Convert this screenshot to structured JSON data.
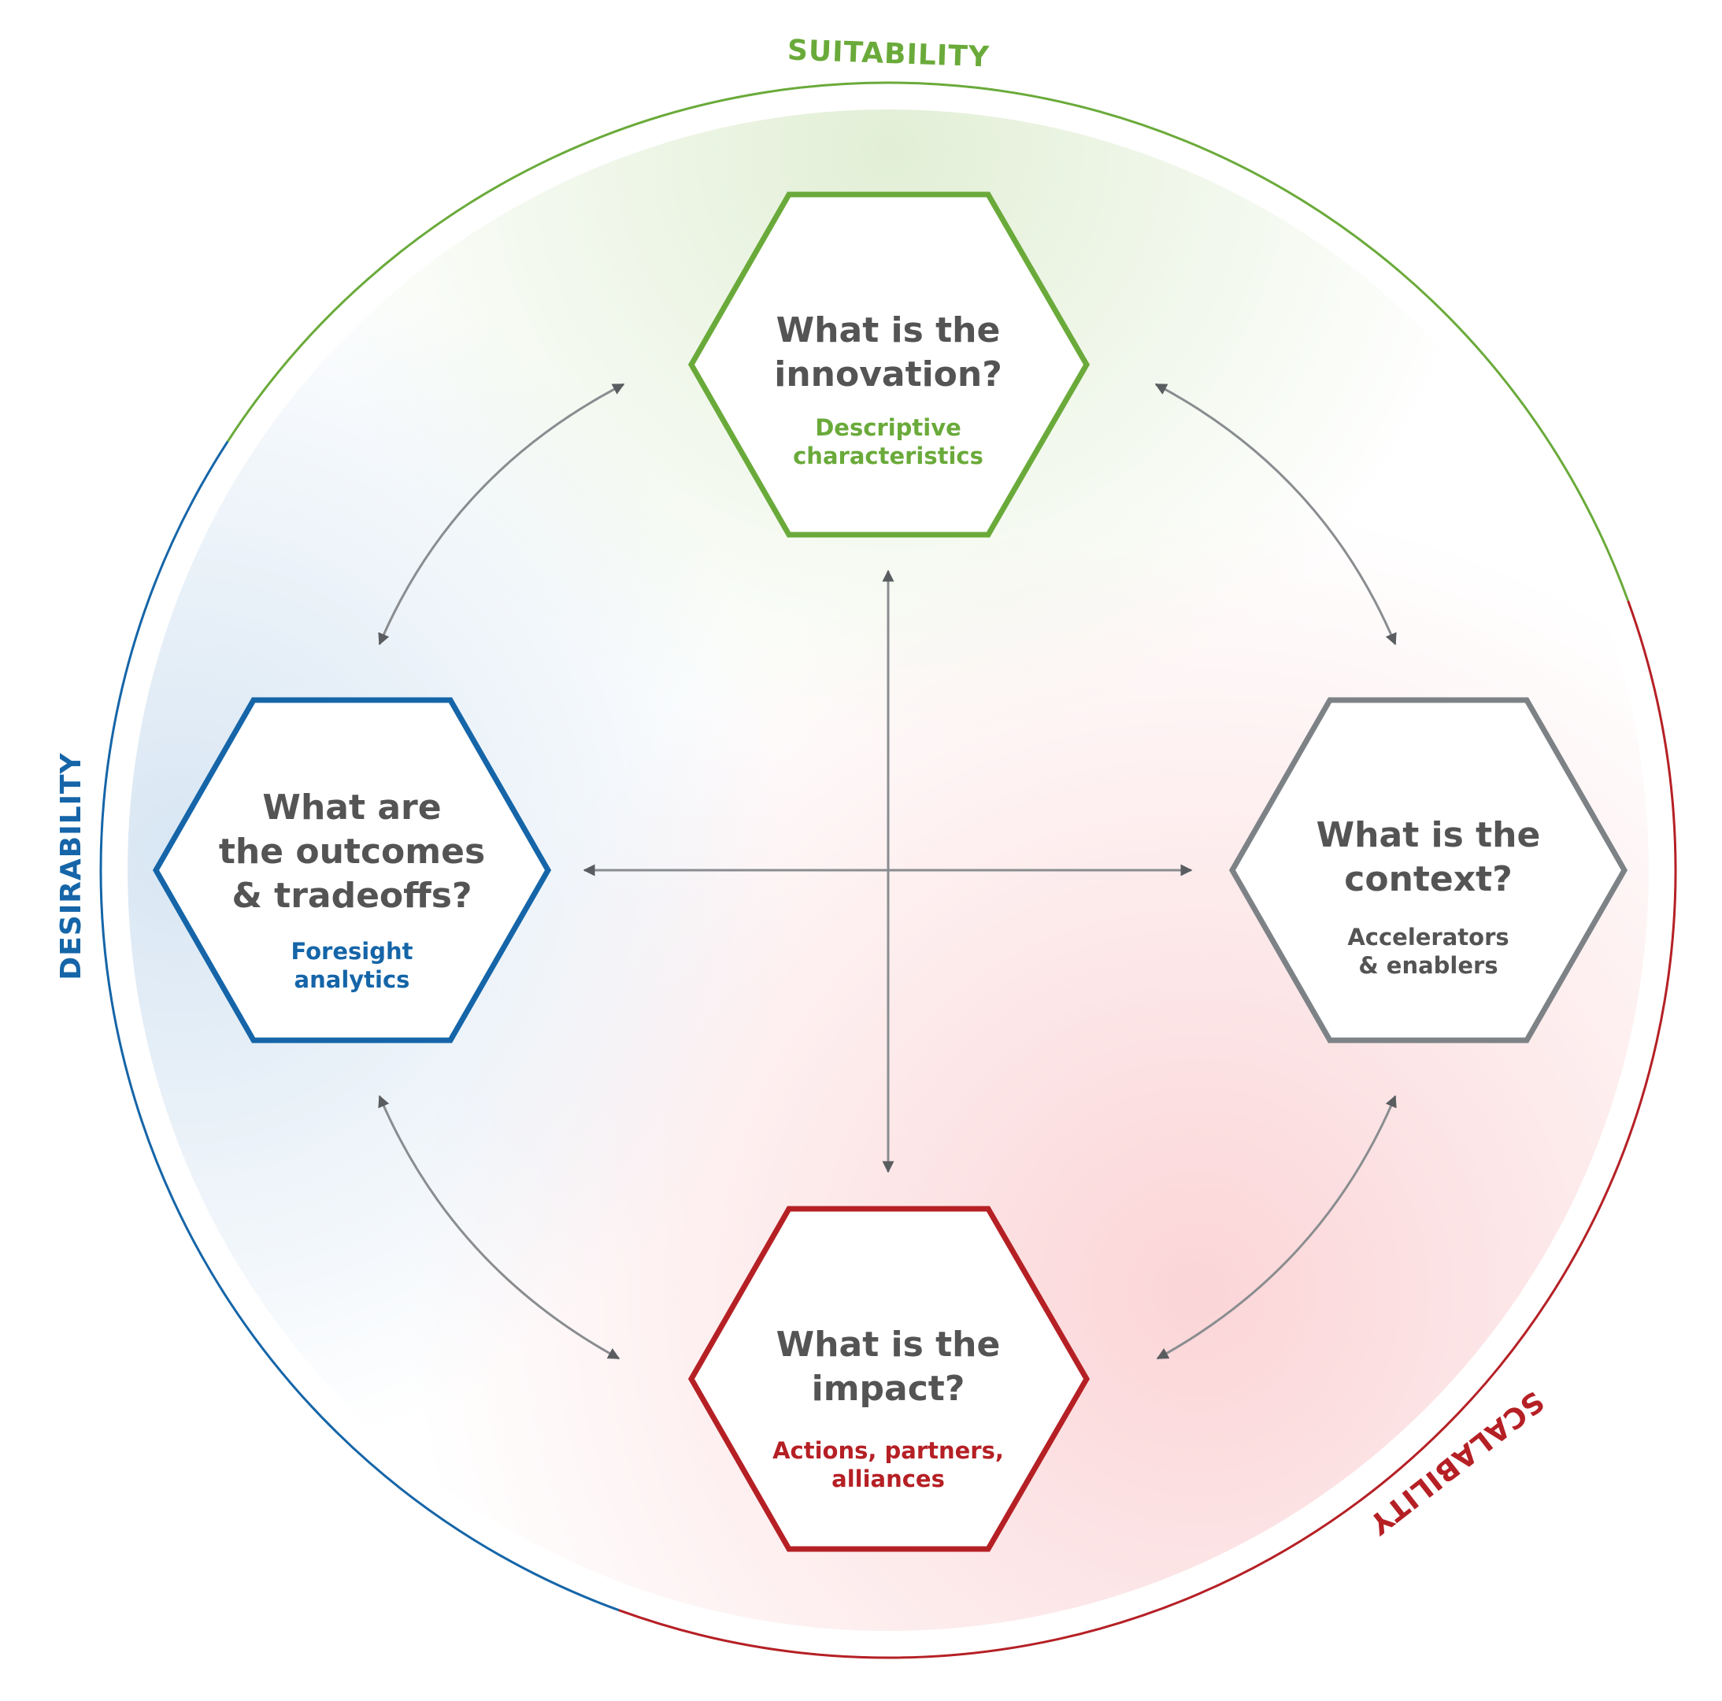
{
  "labels": {
    "suitability": "SUITABILITY",
    "desirability": "DESIRABILITY",
    "scalability": "SCALABILITY"
  },
  "hexagons": {
    "top": {
      "line1": "What is the",
      "line2": "innovation?",
      "sub1": "Descriptive",
      "sub2": "characteristics"
    },
    "left": {
      "line1": "What are",
      "line2": "the outcomes",
      "line3": "& tradeoffs?",
      "sub1": "Foresight",
      "sub2": "analytics"
    },
    "right": {
      "line1": "What is the",
      "line2": "context?",
      "sub1": "Accelerators",
      "sub2": "& enablers"
    },
    "bottom": {
      "line1": "What is the",
      "line2": "impact?",
      "sub1": "Actions, partners,",
      "sub2": "alliances"
    }
  },
  "colors": {
    "green": "#6aaa3a",
    "blue": "#1565a8",
    "red": "#b52025",
    "gray": "#7d8286",
    "text": "#545454",
    "arrow": "#5a5d60"
  }
}
